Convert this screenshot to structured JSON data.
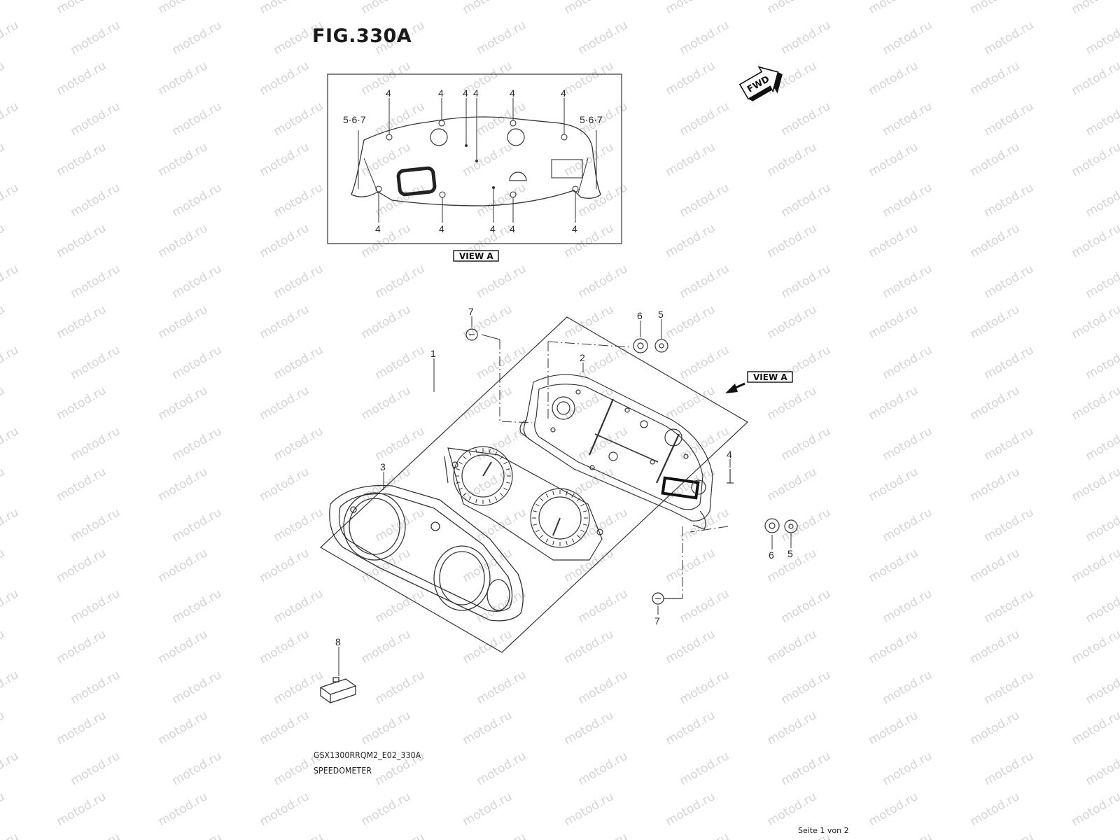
{
  "figure": {
    "title": "FIG.330A"
  },
  "footer": {
    "model_code": "GSX1300RRQM2_E02_330A",
    "section": "SPEEDOMETER",
    "page": "Seite 1 von 2"
  },
  "watermark": "motod.ru",
  "fwd_label": "FWD",
  "view_label": "VIEW A",
  "inset_labels": {
    "top_left": "5·6·7",
    "top_right": "5·6·7",
    "screw": "4"
  },
  "part_callouts": {
    "p1": "1",
    "p2": "2",
    "p3": "3",
    "p4": "4",
    "p5_top": "5",
    "p6_top": "6",
    "p7_top": "7",
    "p5_bottom": "5",
    "p6_bottom": "6",
    "p7_bottom": "7",
    "p8": "8"
  }
}
